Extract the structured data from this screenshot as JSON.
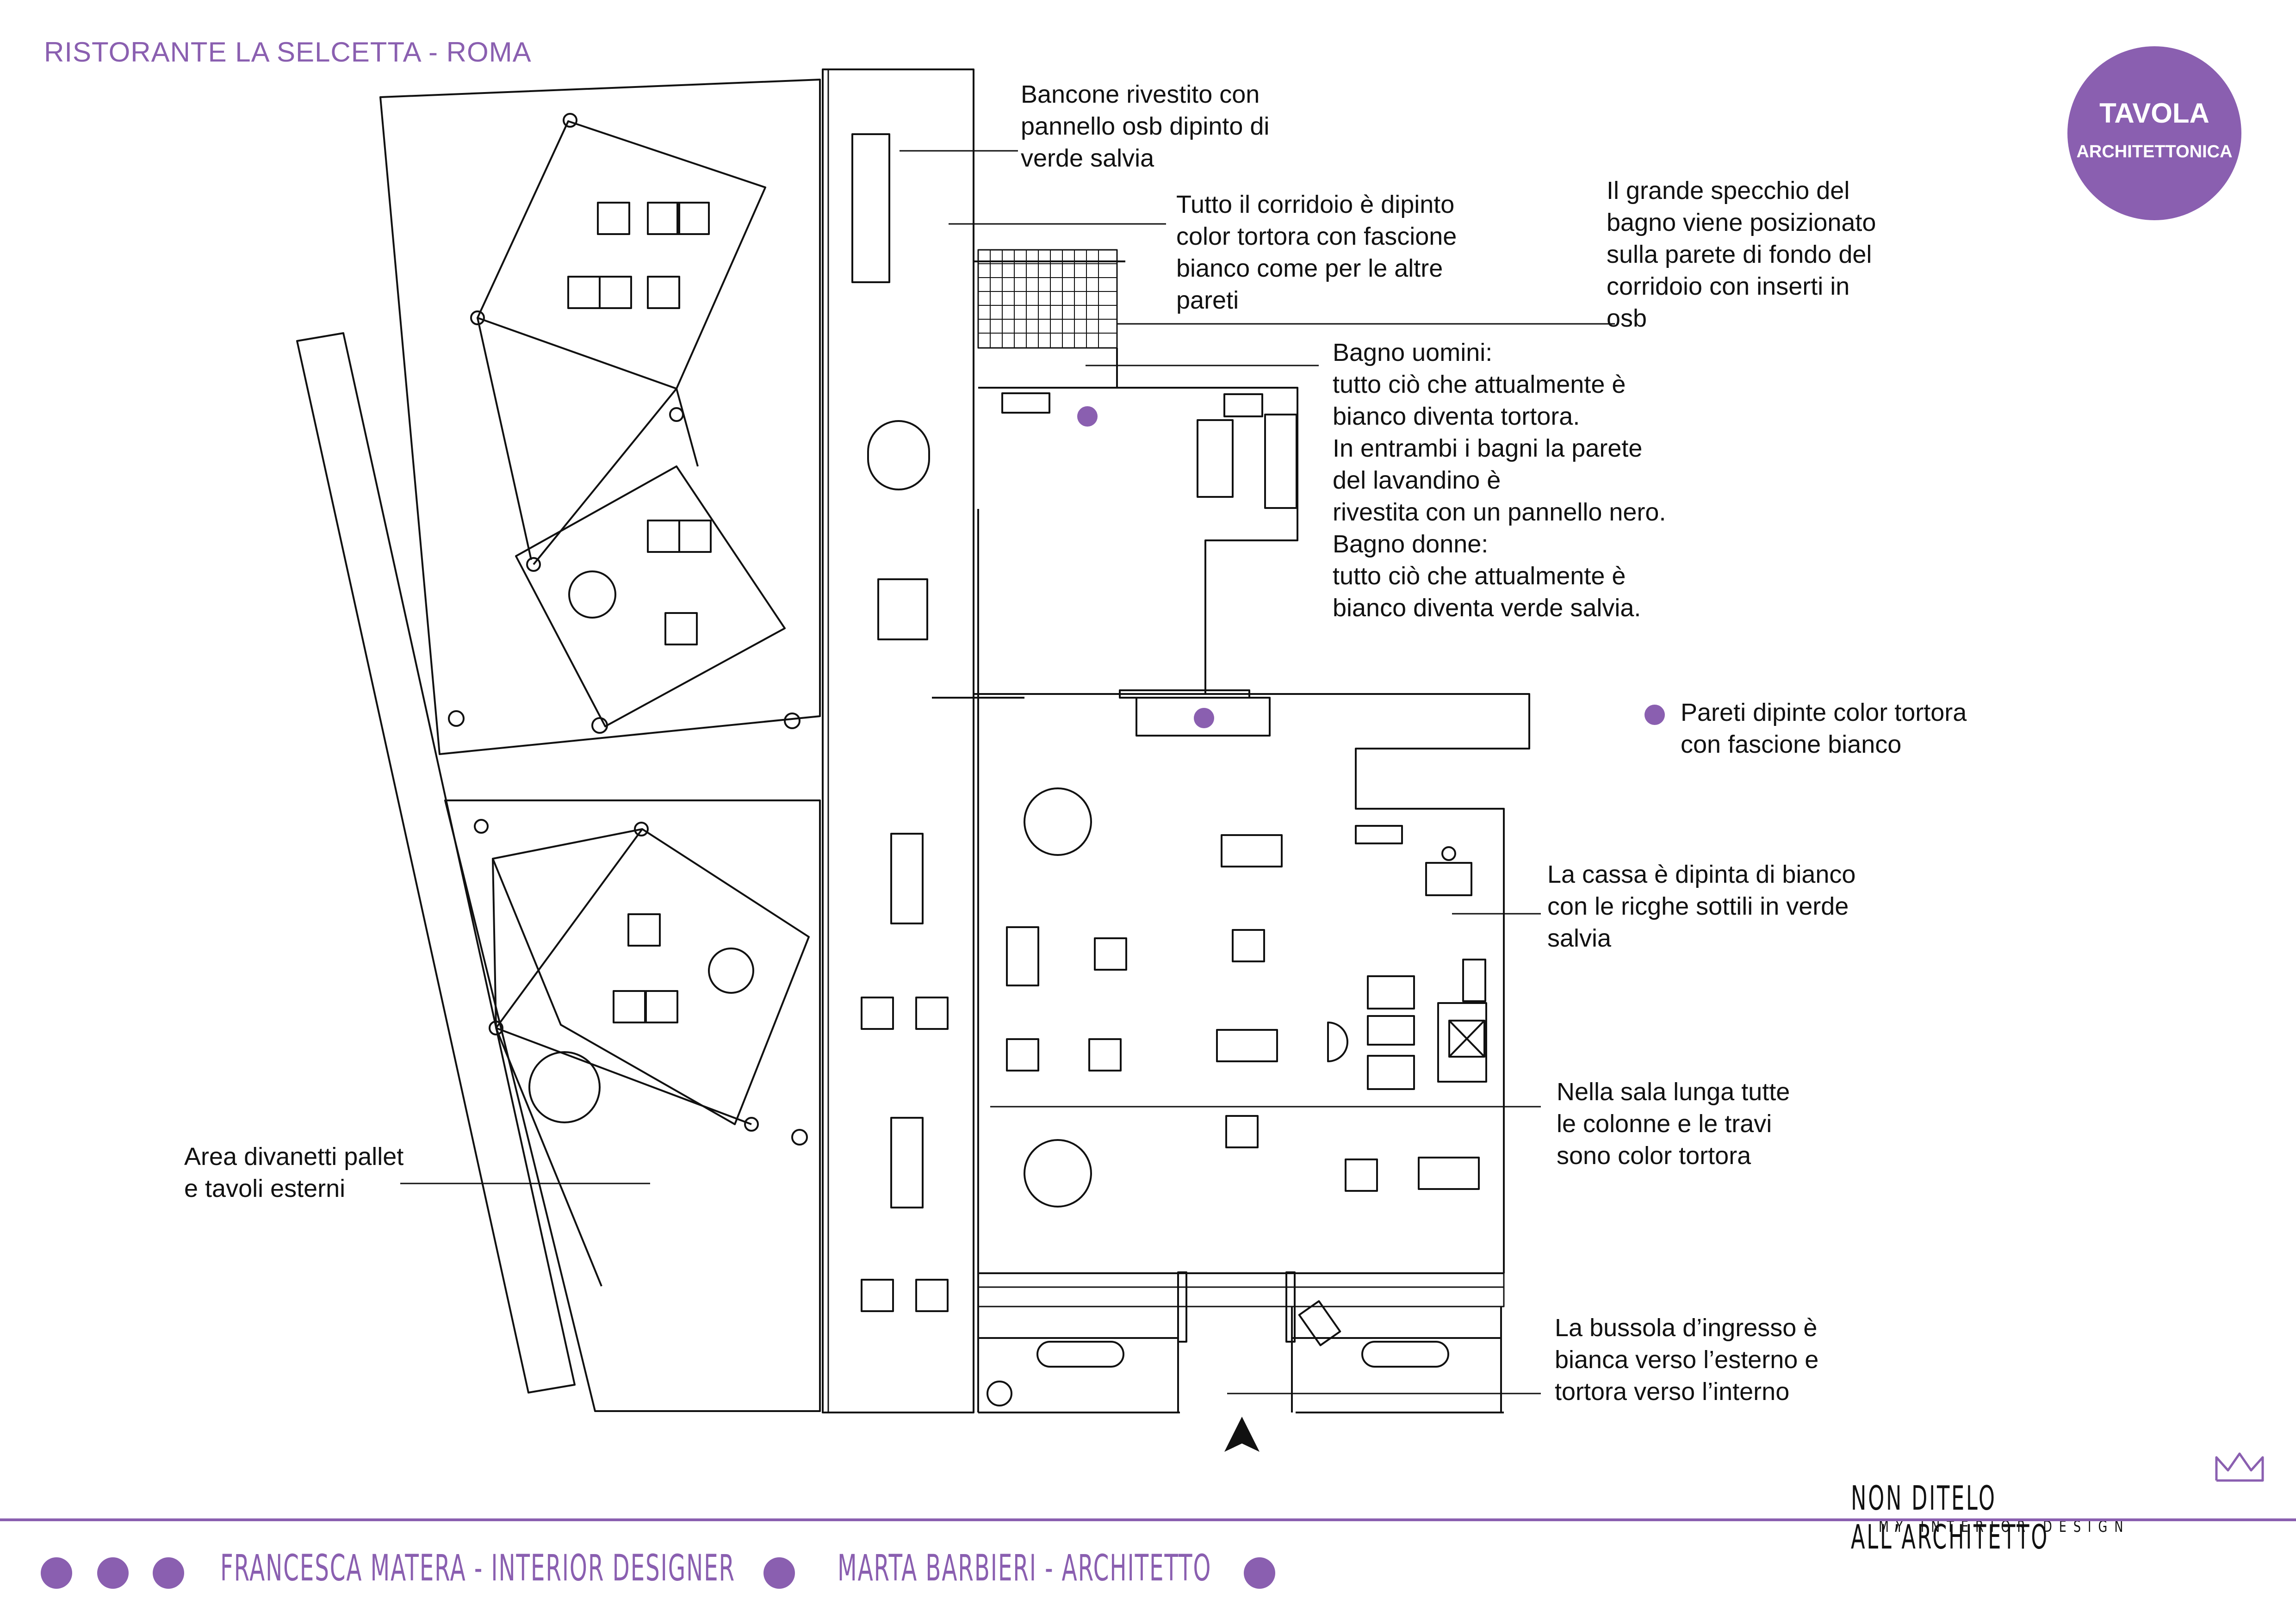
{
  "title": "RISTORANTE LA SELCETTA - ROMA",
  "badge": {
    "line1": "TAVOLA",
    "line2": "ARCHITETTONICA"
  },
  "notes": {
    "bancone": "Bancone rivestito con\npannello osb dipinto di\nverde salvia",
    "corridoio": "Tutto il corridoio è dipinto\ncolor tortora con fascione\nbianco come per le altre\npareti",
    "specchio": "Il grande specchio del\nbagno viene posizionato\nsulla parete di fondo del\ncorridoio con inserti in\nosb",
    "bagni": "Bagno uomini:\ntutto ciò che attualmente è\nbianco diventa tortora.\nIn entrambi i bagni la parete\ndel lavandino è\nrivestita con un pannello nero.\nBagno donne:\ntutto ciò che attualmente è\nbianco diventa verde salvia.",
    "legend": "Pareti dipinte color tortora\ncon fascione bianco",
    "cassa": "La cassa è dipinta di bianco\ncon le ricghe sottili in verde\nsalvia",
    "sala": "Nella sala lunga tutte\nle colonne e le travi\nsono color tortora",
    "bussola": "La bussola d’ingresso è\nbianca verso l’esterno e\ntortora verso l’interno",
    "area": "Area divanetti pallet\ne tavoli esterni"
  },
  "footer": {
    "designer": "FRANCESCA MATERA - INTERIOR DESIGNER",
    "architect": "MARTA BARBIERI - ARCHITETTO",
    "brand": "NON DITELO ALL’ARCHITETTO",
    "brand_sub": "MY INTERIOR DESIGN"
  },
  "icons": [
    "north-arrow-icon",
    "crown-icon",
    "marker-dot-icon"
  ],
  "colors": {
    "accent": "#8a5fb0",
    "lines": "#111111",
    "background": "#ffffff"
  }
}
